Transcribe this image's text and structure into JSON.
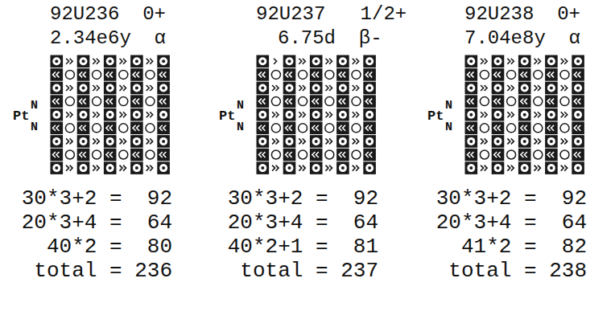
{
  "diagram": {
    "labels": [
      "92U236  0+",
      "2.34e6y  α",
      "Pt",
      "N",
      "N",
      "30*3+2 =  92",
      "20*3+4 =  64",
      "40*2 =  80",
      "total = 236",
      "92U237   1/2+",
      "6.75d  β-",
      "Pt",
      "N",
      "N",
      "30*3+2 =  92",
      "20*3+4 =  64",
      "40*2+1 =  81",
      "total = 237",
      "92U238  0+",
      "7.04e8y  α",
      "Pt",
      "N",
      "N",
      "30*3+2 =  92",
      "20*3+4 =  64",
      "41*2 =  82",
      "total = 238"
    ]
  }
}
